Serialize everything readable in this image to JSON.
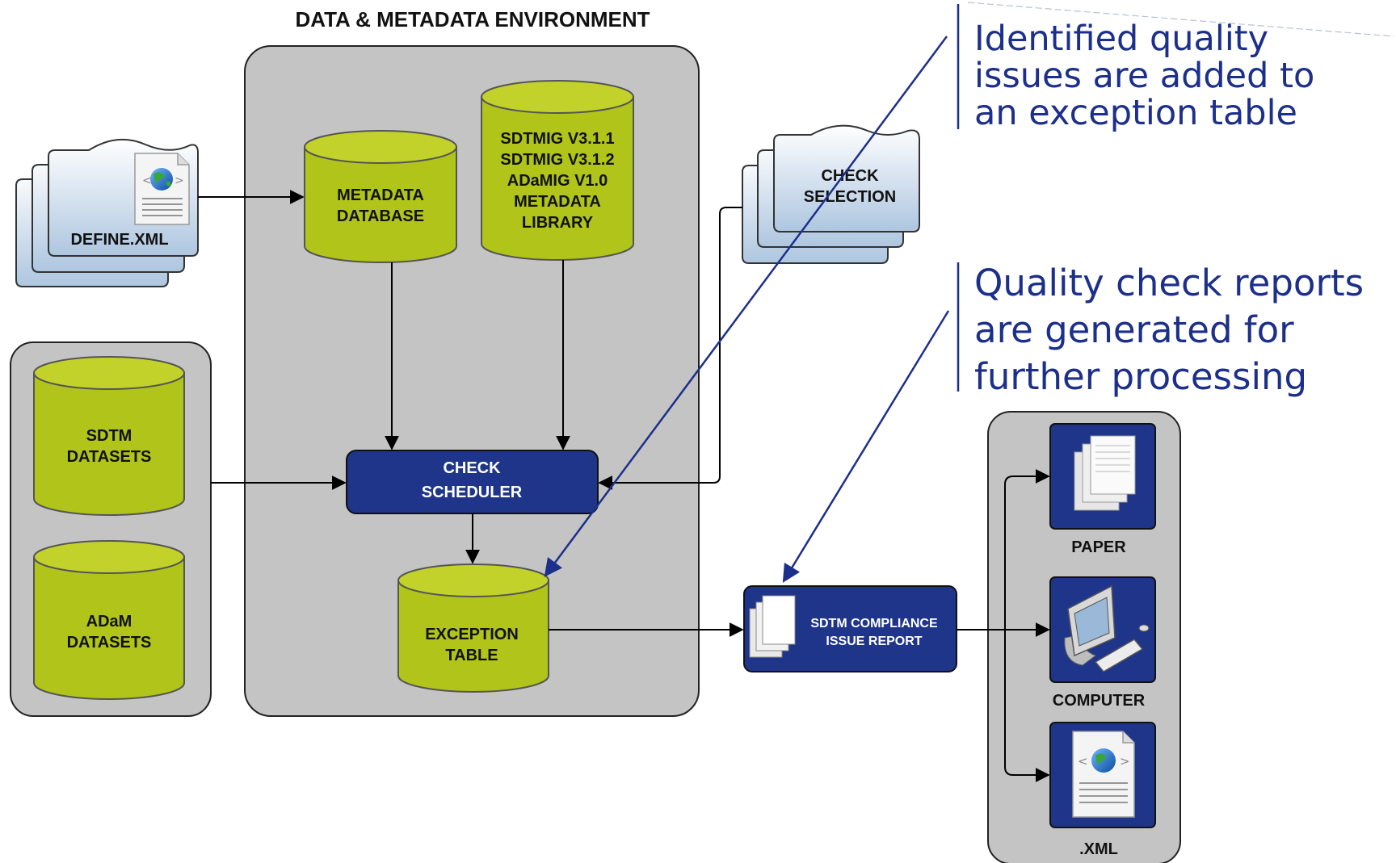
{
  "environment": {
    "title": "DATA & METADATA ENVIRONMENT"
  },
  "inputs": {
    "define_xml": "DEFINE.XML",
    "sdtm_datasets": [
      "SDTM",
      "DATASETS"
    ],
    "adam_datasets": [
      "ADaM",
      "DATASETS"
    ]
  },
  "metadata_database": [
    "METADATA",
    "DATABASE"
  ],
  "metadata_library": [
    "SDTMIG V3.1.1",
    "SDTMIG V3.1.2",
    "ADaMIG V1.0",
    "METADATA",
    "LIBRARY"
  ],
  "check_selection": [
    "CHECK",
    "SELECTION"
  ],
  "check_scheduler": [
    "CHECK",
    "SCHEDULER"
  ],
  "exception_table": [
    "EXCEPTION",
    "TABLE"
  ],
  "report": [
    "SDTM COMPLIANCE",
    "ISSUE REPORT"
  ],
  "outputs": {
    "paper": "PAPER",
    "computer": "COMPUTER",
    "xml": ".XML"
  },
  "callouts": {
    "exception": [
      "Identified quality",
      "issues are added to",
      "an exception table"
    ],
    "reports": [
      "Quality check reports",
      "are generated for",
      "further processing"
    ]
  },
  "colors": {
    "cylinder": "#b1c41a",
    "cylinder_top": "#c2d22a",
    "navy": "#1f3589",
    "panel": "#c4c4c4",
    "callout_text": "#1c2f8a"
  }
}
